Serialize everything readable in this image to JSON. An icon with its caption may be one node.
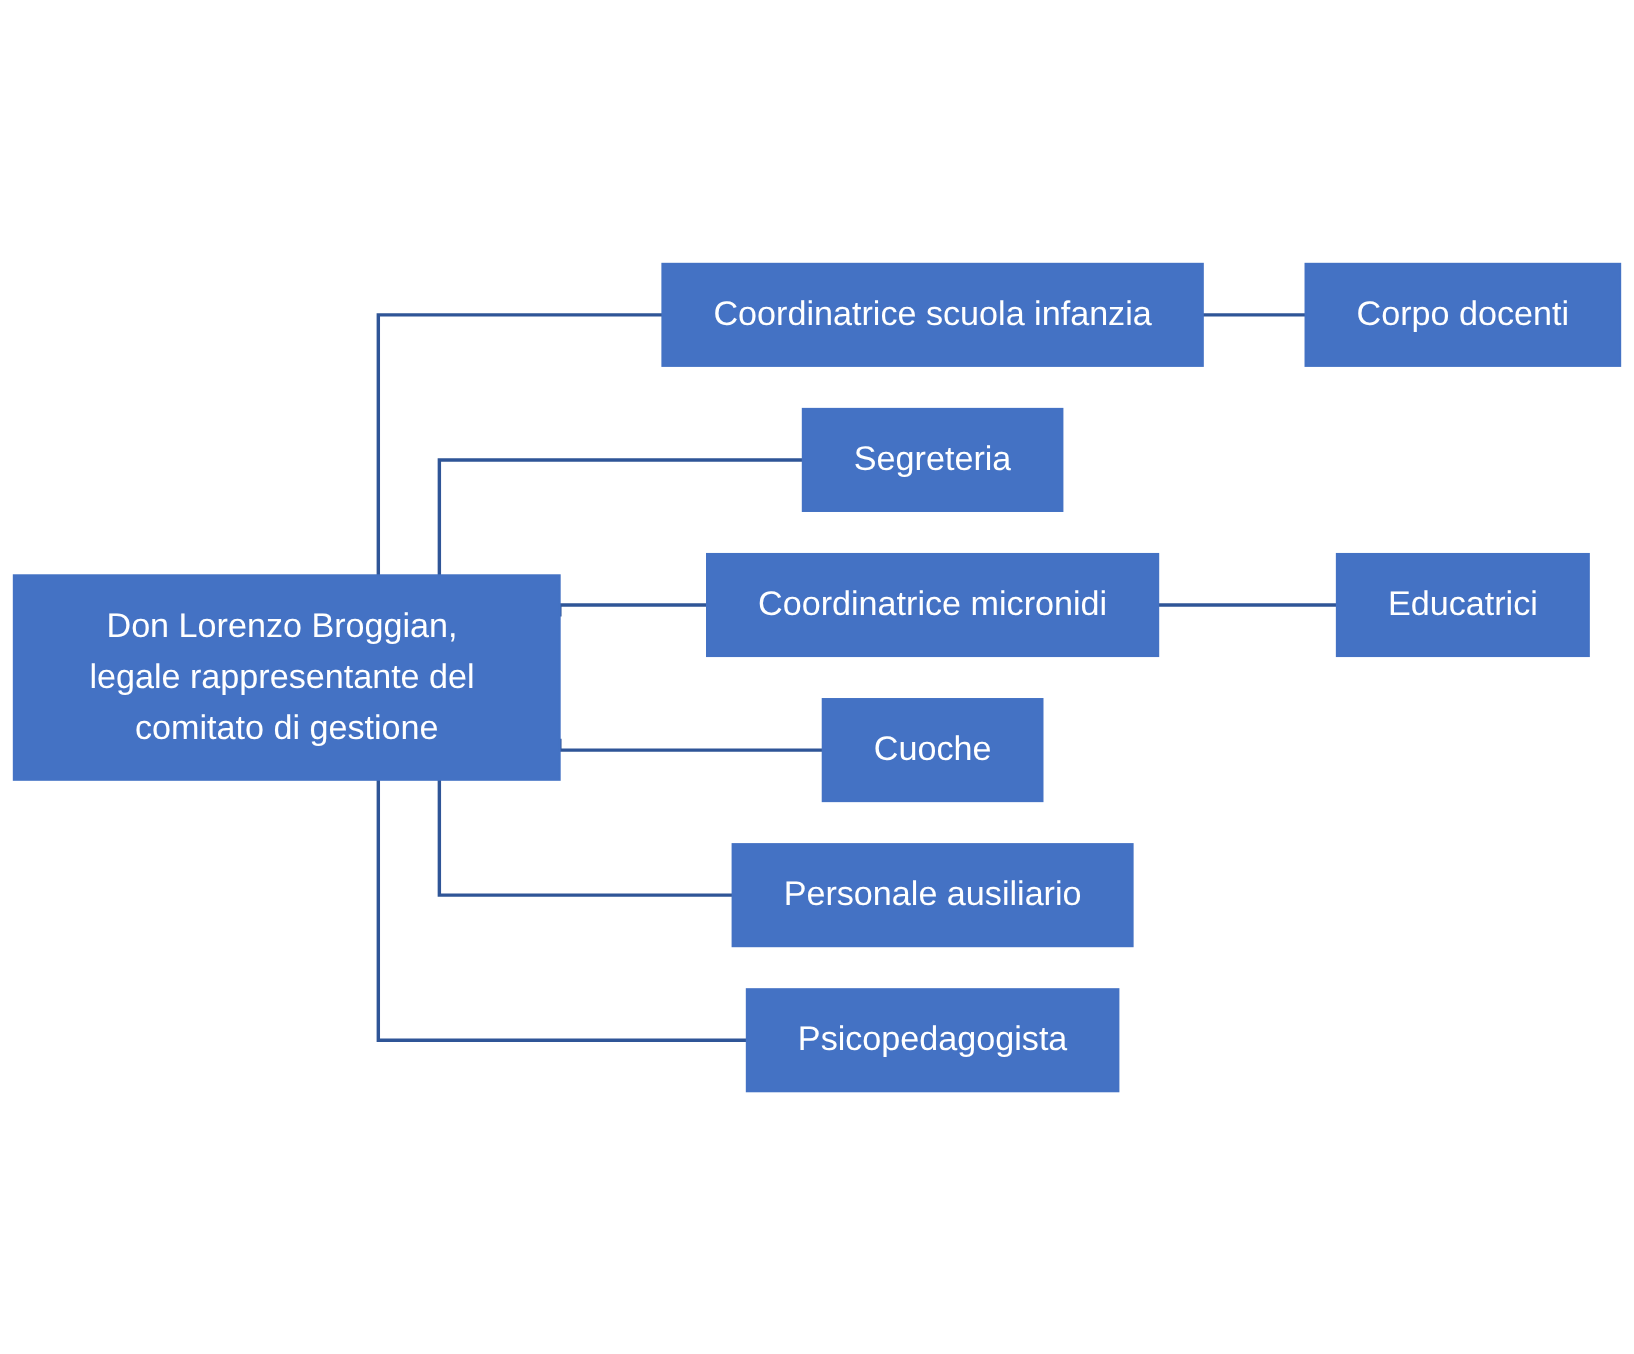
{
  "diagram": {
    "nodes": [
      {
        "text": [
          "Don Lorenzo Broggian, legale rappresentante del comitato di gestione"
        ]
      },
      {
        "text": [
          "Coordinatrice scuola infanzia"
        ]
      },
      {
        "text": [
          "Corpo docenti"
        ]
      },
      {
        "text": [
          "Segreteria"
        ]
      },
      {
        "text": [
          "Coordinatrice micronidi"
        ]
      },
      {
        "text": [
          "Educatrici"
        ]
      },
      {
        "text": [
          "Cuoche"
        ]
      },
      {
        "text": [
          "Personale ausiliario"
        ]
      },
      {
        "text": [
          "Psicopedagogista"
        ]
      }
    ],
    "edges": [
      {
        "from": 0,
        "to": 1,
        "arrow": "none"
      },
      {
        "from": 1,
        "to": 2,
        "arrow": "none"
      },
      {
        "from": 0,
        "to": 3,
        "arrow": "none"
      },
      {
        "from": 0,
        "to": 4,
        "arrow": "none"
      },
      {
        "from": 4,
        "to": 5,
        "arrow": "none"
      },
      {
        "from": 0,
        "to": 6,
        "arrow": "none"
      },
      {
        "from": 0,
        "to": 7,
        "arrow": "none"
      },
      {
        "from": 0,
        "to": 8,
        "arrow": "none"
      }
    ]
  }
}
